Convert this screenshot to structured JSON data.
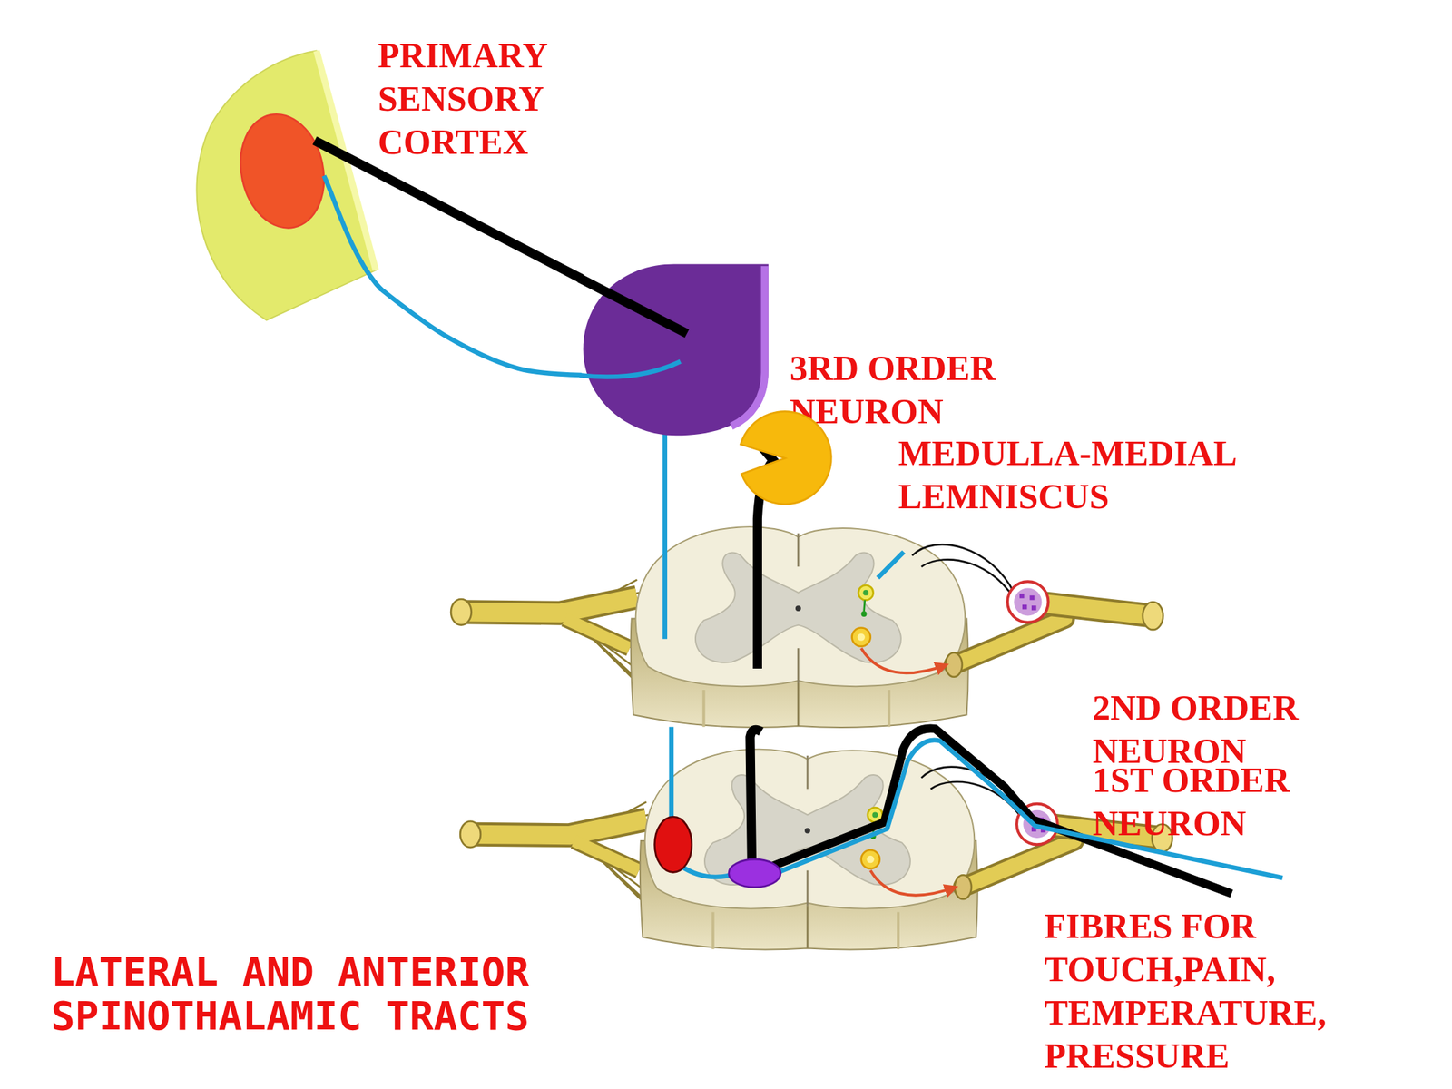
{
  "diagram": {
    "title": "LATERAL AND ANTERIOR SPINOTHALAMIC TRACTS",
    "nodes": [
      {
        "text": [
          "PRIMARY SENSORY CORTEX"
        ]
      },
      {
        "text": [
          "3RD ORDER NEURON"
        ]
      },
      {
        "text": [
          "MEDULLA-MEDIAL LEMNISCUS"
        ]
      }
    ],
    "edges": [
      {
        "from": 1,
        "to": 0,
        "arrow": "none"
      },
      {
        "from": 1,
        "to": 0,
        "arrow": "none"
      }
    ],
    "labels": [
      "2ND ORDER NEURON",
      "1ST ORDER NEURON",
      "FIBRES FOR TOUCH,PAIN, TEMPERATURE, PRESSURE"
    ]
  }
}
